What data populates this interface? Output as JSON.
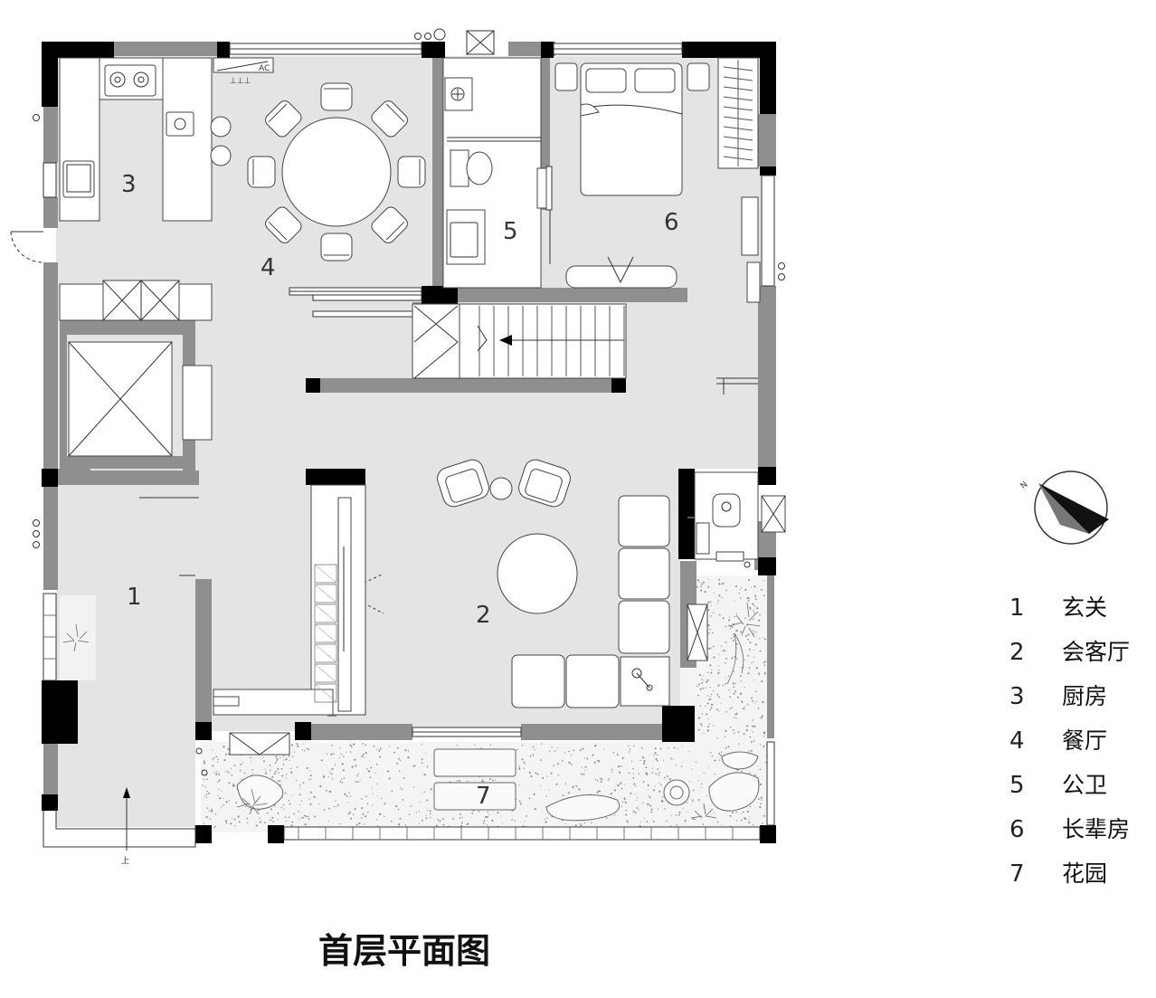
{
  "rooms": {
    "r1": "1",
    "r2": "2",
    "r3": "3",
    "r4": "4",
    "r5": "5",
    "r6": "6",
    "r7": "7"
  },
  "legend": [
    {
      "num": "1",
      "name": "玄关"
    },
    {
      "num": "2",
      "name": "会客厅"
    },
    {
      "num": "3",
      "name": "厨房"
    },
    {
      "num": "4",
      "name": "餐厅"
    },
    {
      "num": "5",
      "name": "公卫"
    },
    {
      "num": "6",
      "name": "长辈房"
    },
    {
      "num": "7",
      "name": "花园"
    }
  ],
  "labels": {
    "ac": "AC",
    "entry_up": "上",
    "compass": "N"
  },
  "title": "首层平面图",
  "colors": {
    "floor": "#e4e4e4",
    "wall_gray": "#8f8f8f",
    "wall_black": "#000000",
    "furniture": "#ffffff",
    "garden": "#f4f4f4"
  }
}
